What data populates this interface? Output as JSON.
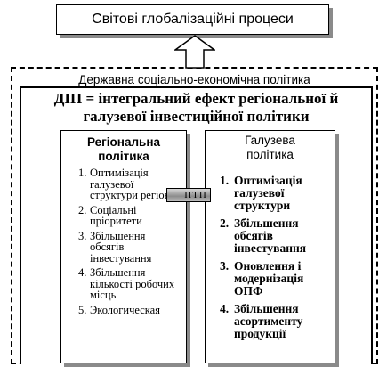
{
  "top_box": {
    "text": "Світові глобалізаційні процеси"
  },
  "outer_box": {
    "title": "Державна соціально-економічна політика"
  },
  "dip": {
    "title_line1": "ДІП = інтегральний ефект регіональної й",
    "title_line2": "галузевої інвестиційної політики"
  },
  "regional": {
    "title_line1": "Регіональна",
    "title_line2": "політика",
    "items": [
      {
        "num": "1.",
        "text": "Оптимізація галузевої структури регіону"
      },
      {
        "num": "2.",
        "text": "Соціальні пріоритети"
      },
      {
        "num": "3.",
        "text": "Збільшення обсягів інвестування"
      },
      {
        "num": "4.",
        "text": "Збільшення кількості робочих місць"
      },
      {
        "num": "5.",
        "text": "Экологическая"
      }
    ]
  },
  "sectoral": {
    "title_line1": "Галузева",
    "title_line2": "політика",
    "items": [
      {
        "num": "1.",
        "text": "Оптимізація галузевої структури"
      },
      {
        "num": "2.",
        "text": "Збільшення обсягів інвестування"
      },
      {
        "num": "3.",
        "text": "Оновлення і модернізація ОПФ"
      },
      {
        "num": "4.",
        "text": "Збільшення асортименту продукції"
      }
    ]
  },
  "connector": {
    "label": "ПТП"
  }
}
